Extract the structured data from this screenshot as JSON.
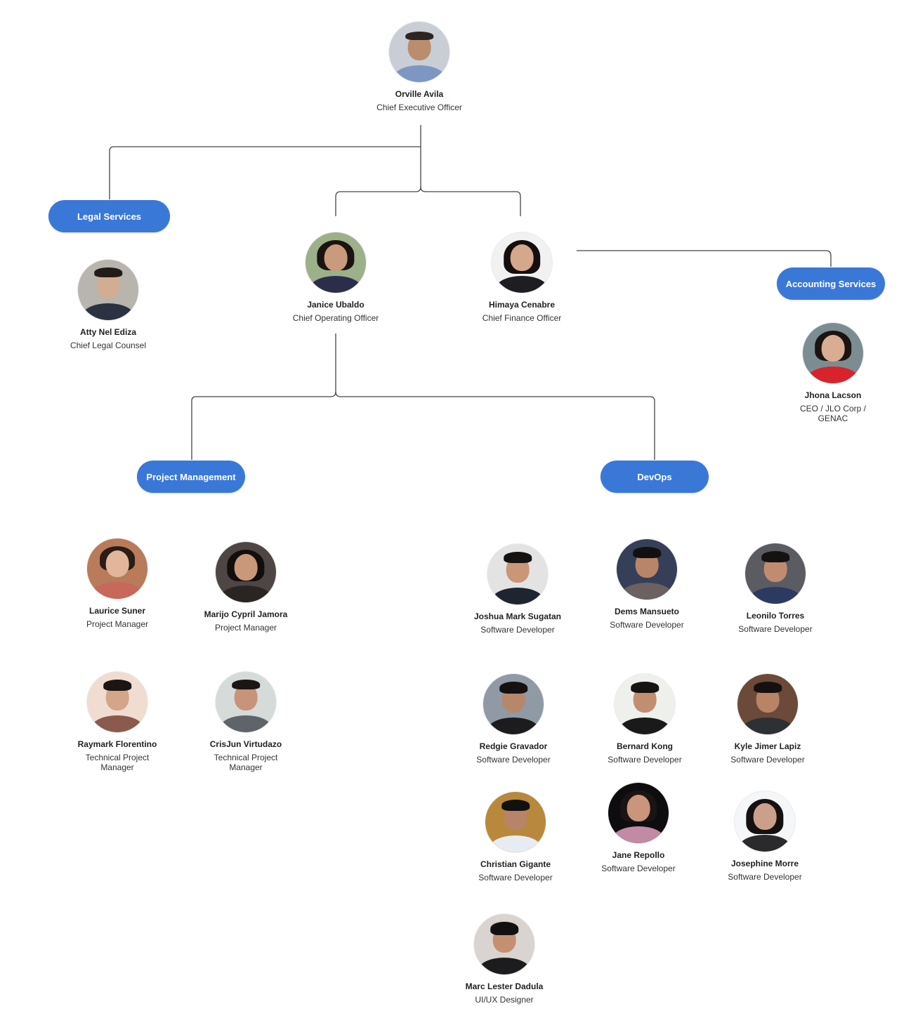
{
  "departments": {
    "legal": "Legal Services",
    "accounting": "Accounting Services",
    "project_management": "Project Management",
    "devops": "DevOps"
  },
  "people": {
    "ceo": {
      "name": "Orville Avila",
      "title": "Chief Executive Officer"
    },
    "coo": {
      "name": "Janice Ubaldo",
      "title": "Chief Operating Officer"
    },
    "cfo": {
      "name": "Himaya Cenabre",
      "title": "Chief Finance Officer"
    },
    "legal": {
      "name": "Atty Nel Ediza",
      "title": "Chief Legal Counsel"
    },
    "accounting": {
      "name": "Jhona Lacson",
      "title": "CEO / JLO Corp / GENAC"
    },
    "pm1": {
      "name": "Laurice Suner",
      "title": "Project Manager"
    },
    "pm2": {
      "name": "Marijo Cypril Jamora",
      "title": "Project Manager"
    },
    "pm3": {
      "name": "Raymark Florentino",
      "title": "Technical Project Manager"
    },
    "pm4": {
      "name": "CrisJun Virtudazo",
      "title": "Technical Project Manager"
    },
    "dev1": {
      "name": "Joshua Mark Sugatan",
      "title": "Software Developer"
    },
    "dev2": {
      "name": "Dems Mansueto",
      "title": "Software Developer"
    },
    "dev3": {
      "name": "Leonilo Torres",
      "title": "Software Developer"
    },
    "dev4": {
      "name": "Redgie Gravador",
      "title": "Software Developer"
    },
    "dev5": {
      "name": "Bernard Kong",
      "title": "Software Developer"
    },
    "dev6": {
      "name": "Kyle Jimer Lapiz",
      "title": "Software Developer"
    },
    "dev7": {
      "name": "Christian Gigante",
      "title": "Software Developer"
    },
    "dev8": {
      "name": "Jane Repollo",
      "title": "Software Developer"
    },
    "dev9": {
      "name": "Josephine Morre",
      "title": "Software Developer"
    },
    "dev10": {
      "name": "Marc Lester Dadula",
      "title": "UI/UX Designer"
    }
  },
  "colors": {
    "pill": "#3a78d8",
    "connector": "#444444"
  }
}
